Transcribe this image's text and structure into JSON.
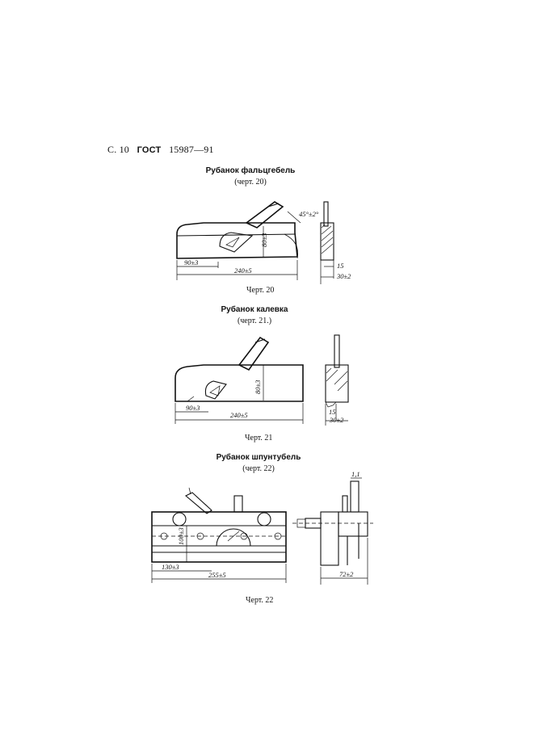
{
  "header": {
    "page": "С. 10",
    "standard": "ГОСТ",
    "number": "15987—91"
  },
  "sections": [
    {
      "title": "Рубанок фальцгебель",
      "subtitle": "(черт. 20)",
      "caption": "Черт. 20",
      "dims": {
        "height": "80±3",
        "part": "90±3",
        "length": "240±5",
        "angle": "45°±2°",
        "w1": "15",
        "w2": "30±2"
      }
    },
    {
      "title": "Рубанок калевка",
      "subtitle": "(черт. 21.)",
      "caption": "Черт. 21",
      "dims": {
        "height": "80±3",
        "part": "90±3",
        "length": "240±5",
        "w1": "15",
        "w2": "30±2"
      }
    },
    {
      "title": "Рубанок шпунтубель",
      "subtitle": "(черт. 22)",
      "caption": "Черт. 22",
      "dims": {
        "height": "100±3",
        "part": "130±3",
        "length": "255±5",
        "width": "72±2",
        "small": "1,1"
      }
    }
  ]
}
